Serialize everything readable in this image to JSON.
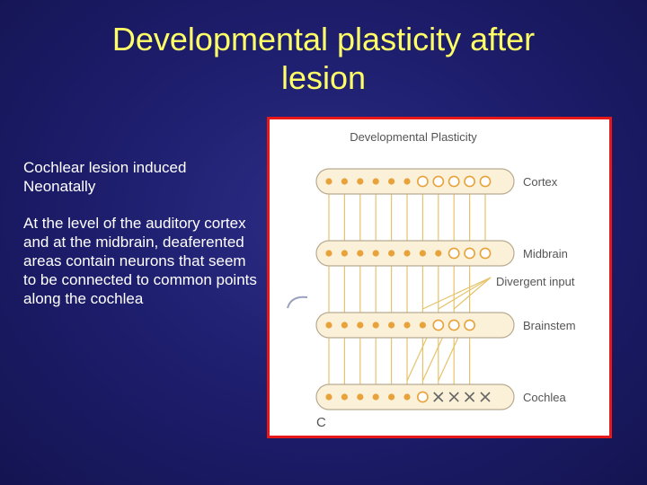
{
  "slide": {
    "title_line1": "Developmental plasticity after",
    "title_line2": "lesion",
    "paragraphs": [
      "Cochlear lesion induced Neonatally",
      "At the level of the auditory cortex and at the midbrain, deaferented areas contain neurons that seem to be connected to common points along the cochlea"
    ]
  },
  "figure": {
    "title": "Developmental Plasticity",
    "panel_letter": "C",
    "annotation": "Divergent input",
    "layers": [
      {
        "name": "Cortex",
        "marks": [
          "filled",
          "filled",
          "filled",
          "filled",
          "filled",
          "filled",
          "open",
          "open",
          "open",
          "open",
          "open"
        ]
      },
      {
        "name": "Midbrain",
        "marks": [
          "filled",
          "filled",
          "filled",
          "filled",
          "filled",
          "filled",
          "filled",
          "filled",
          "open",
          "open",
          "open"
        ]
      },
      {
        "name": "Brainstem",
        "marks": [
          "filled",
          "filled",
          "filled",
          "filled",
          "filled",
          "filled",
          "filled",
          "open",
          "open",
          "open"
        ]
      },
      {
        "name": "Cochlea",
        "marks": [
          "filled",
          "filled",
          "filled",
          "filled",
          "filled",
          "filled",
          "open",
          "x",
          "x",
          "x",
          "x"
        ]
      }
    ],
    "colors": {
      "frame": "#e81818",
      "band_fill": "#fbf1d8",
      "band_stroke": "#b8aa90",
      "neuron": "#e8a23a",
      "fiber": "#e6c36a",
      "text": "#555555"
    }
  }
}
